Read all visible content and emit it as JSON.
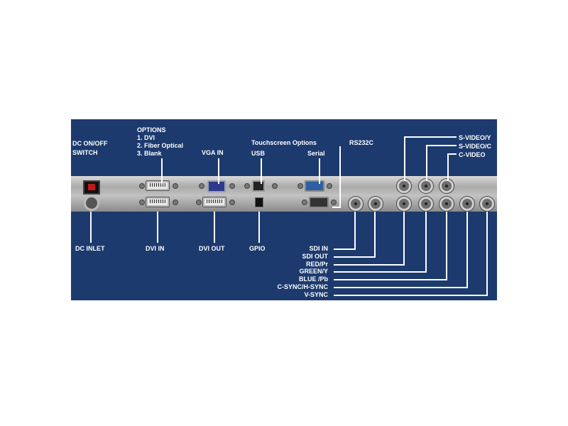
{
  "labels": {
    "dc_switch": "DC ON/OFF",
    "dc_switch_2": "SWITCH",
    "options": [
      "OPTIONS",
      "1. DVI",
      "2. Fiber Optical",
      "3. Blank"
    ],
    "vga_in": "VGA IN",
    "touch_options": "Touchscreen Options",
    "usb": "USB",
    "serial": "Serial",
    "rs232c": "RS232C",
    "svideo_y": "S-VIDEO/Y",
    "svideo_c": "S-VIDEO/C",
    "c_video": "C-VIDEO",
    "dc_inlet": "DC INLET",
    "dvi_in": "DVI IN",
    "dvi_out": "DVI OUT",
    "gpio": "GPIO",
    "sdi_in": "SDI IN",
    "sdi_out": "SDI OUT",
    "red_pr": "RED/Pr",
    "green_y": "GREEN/Y",
    "blue_pb": "BLUE /Pb",
    "c_sync": "C-SYNC/H-SYNC",
    "v_sync": "V-SYNC"
  },
  "colors": {
    "background": "#1c3a6e",
    "text": "#ffffff",
    "panel": "#b4b4b4"
  }
}
